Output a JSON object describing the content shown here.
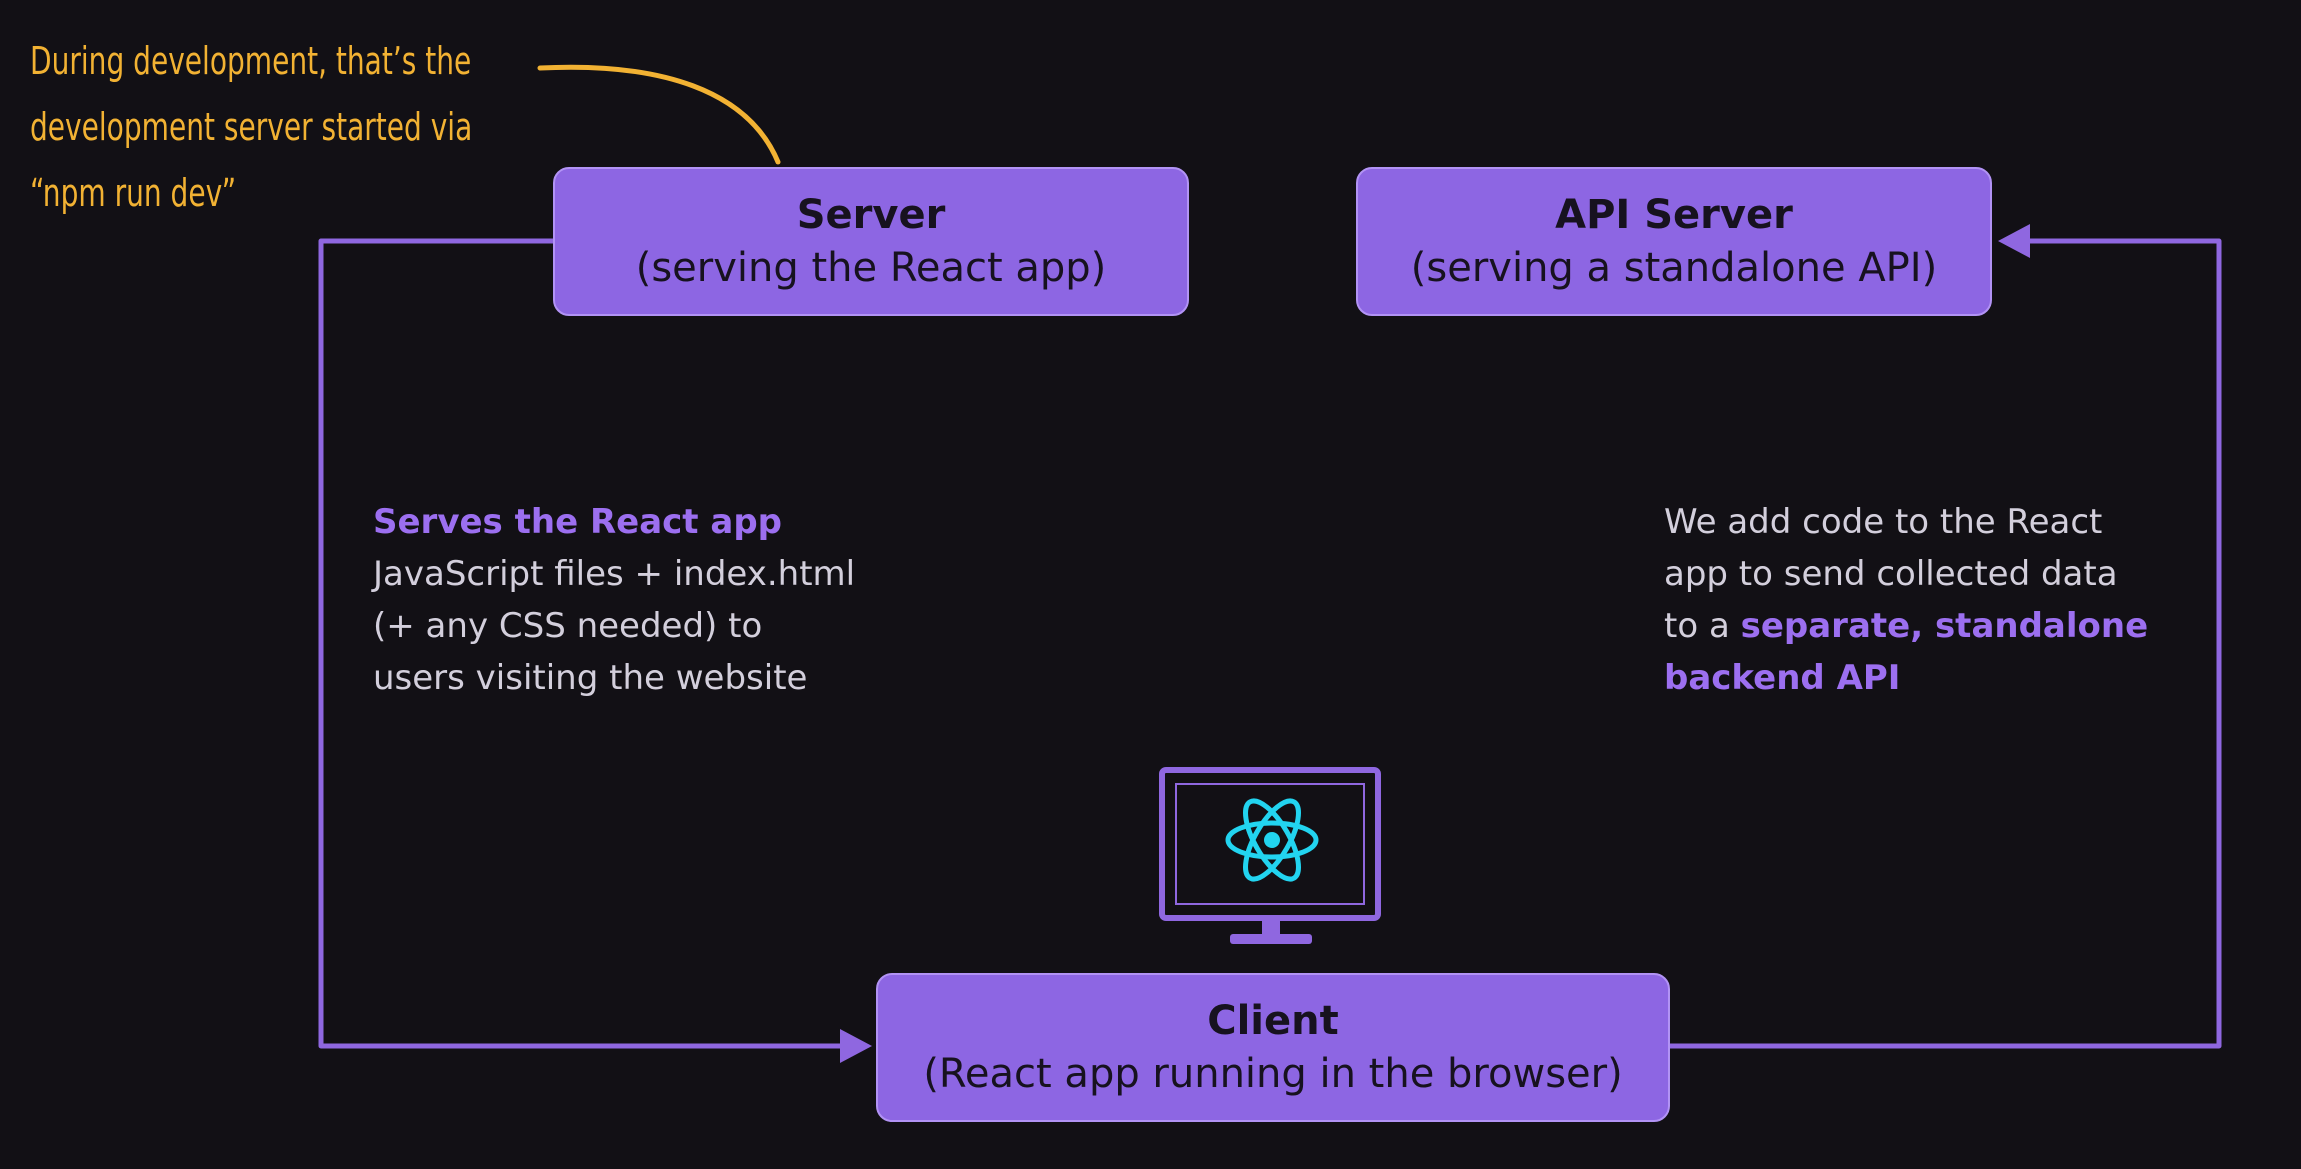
{
  "note": {
    "lines": [
      "During development, that’s the",
      "development server started via",
      "“npm run dev”"
    ]
  },
  "nodes": {
    "server": {
      "title": "Server",
      "subtitle": "(serving the React app)"
    },
    "api_server": {
      "title": "API Server",
      "subtitle": "(serving a standalone API)"
    },
    "client": {
      "title": "Client",
      "subtitle": "(React app running in the browser)"
    }
  },
  "left_description": {
    "heading": "Serves the React app",
    "lines": [
      "JavaScript files + index.html",
      "(+ any CSS needed) to",
      "users visiting the website"
    ]
  },
  "right_description": {
    "line1": "We add code to the React",
    "line2": "app to send collected data",
    "line3_prefix": "to a ",
    "line3_strong": "separate, standalone",
    "line4_strong": "backend API"
  },
  "icons": {
    "client_monitor": "monitor-react-logo-icon"
  },
  "colors": {
    "background": "#121015",
    "node_fill": "#8d66e3",
    "connector": "#8f67e0",
    "accent_text": "#9c6ff0",
    "note": "#f2b233",
    "react_logo": "#22d4f0"
  }
}
